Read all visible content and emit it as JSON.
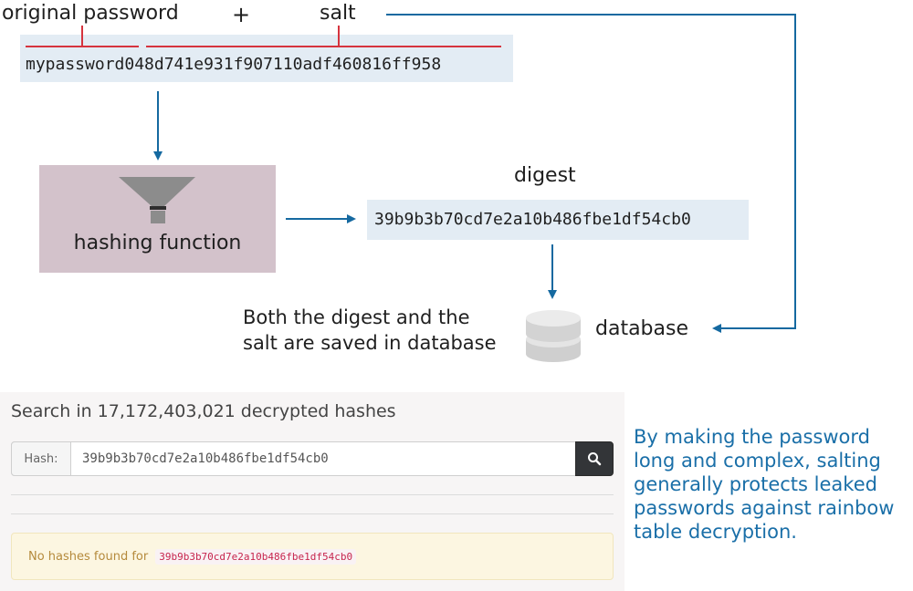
{
  "diagram": {
    "original_password_label": "original password",
    "plus_label": "+",
    "salt_label": "salt",
    "password_text": "mypassword",
    "salt_text": "048d741e931f907110adf460816ff958",
    "hashing_function_label": "hashing function",
    "digest_label": "digest",
    "digest_text": "39b9b3b70cd7e2a10b486fbe1df54cb0",
    "saved_note": "Both the digest and the\nsalt are saved in database",
    "database_label": "database",
    "salting_note": "By making the password\nlong and complex, salting\ngenerally protects leaked\npasswords against rainbow\ntable decryption."
  },
  "search": {
    "title": "Search in 17,172,403,021 decrypted hashes",
    "addon_label": "Hash:",
    "input_value": "39b9b3b70cd7e2a10b486fbe1df54cb0",
    "result_prefix": "No hashes found for",
    "result_hash": "39b9b3b70cd7e2a10b486fbe1df54cb0"
  },
  "colors": {
    "arrow_blue": "#1569a0",
    "bracket_red": "#d6343e",
    "hash_box": "#d3c2cb",
    "light_blue_box": "#e3ecf4",
    "note_blue": "#1a6fa8"
  },
  "icons": {
    "funnel": "funnel-icon",
    "database": "database-icon",
    "search": "search-icon"
  }
}
